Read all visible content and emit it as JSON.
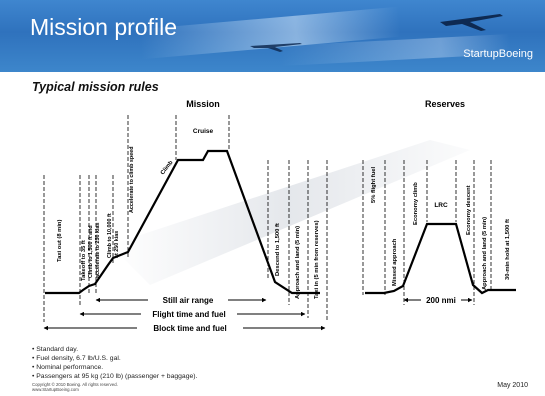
{
  "header": {
    "title": "Mission profile",
    "brand": "StartupBoeing"
  },
  "subtitle": "Typical mission rules",
  "mission": {
    "heading": "Mission",
    "cruise": "Cruise",
    "climb": "Climb",
    "phases": [
      "Taxi out (8 min)",
      "Takeoff to 35 ft",
      "Climb to 1,500 ft and accelerate to 250 kias",
      "Climb to 10,000 ft at 250 kias",
      "Accelerate to climb speed",
      "Descend to 1,500 ft",
      "Approach and land (5 min)",
      "Taxi in (5 min from reserves)"
    ],
    "ranges": [
      "Still air range",
      "Flight time and fuel",
      "Block time and fuel"
    ]
  },
  "reserves": {
    "heading": "Reserves",
    "lrc": "LRC",
    "distance": "200 nmi",
    "phases": [
      "5% flight fuel",
      "Missed approach",
      "Economy climb",
      "Economy descent",
      "Approach and land (5 min)",
      "30-min hold at 1,500 ft"
    ]
  },
  "notes": [
    "• Standard day.",
    "• Fuel density,  6.7 lb/U.S. gal.",
    "• Nominal performance.",
    "• Passengers at 95 kg (210 lb) (passenger + baggage)."
  ],
  "footer": {
    "copyright": "Copyright © 2010 Boeing. All rights reserved.",
    "website": "www.StartupBoeing.com",
    "date": "May 2010"
  }
}
